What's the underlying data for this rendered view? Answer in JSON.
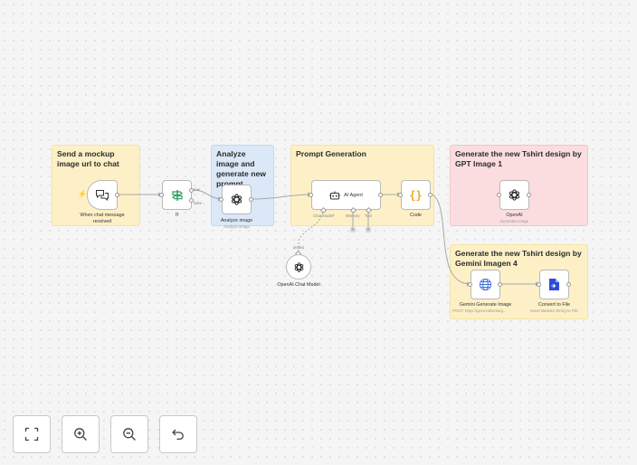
{
  "stickies": {
    "send_mockup": "Send a mockup image url to chat",
    "analyze": "Analyze image and generate new prompt",
    "prompt_generation": "Prompt Generation",
    "gpt_image": "Generate the new Tshirt design by GPT Image 1",
    "gemini": "Generate the new Tshirt design by Gemini Imagen 4"
  },
  "nodes": {
    "chat_trigger": {
      "label": "When chat message received",
      "icon": "chat-icon"
    },
    "if": {
      "label": "If",
      "icon": "signpost-icon",
      "true_label": "true",
      "false_label": "false"
    },
    "analyze_image": {
      "label": "Analyze image",
      "sub": "Analyze image",
      "icon": "openai-icon"
    },
    "ai_agent": {
      "label": "AI Agent",
      "icon": "robot-icon"
    },
    "code": {
      "label": "Code",
      "icon": "braces-icon"
    },
    "openai": {
      "label": "OpenAI",
      "sub": "Generate image",
      "icon": "openai-icon"
    },
    "gemini_generate": {
      "label": "Gemini Generate Image",
      "sub": "POST: https://generativelang...",
      "icon": "globe-icon"
    },
    "convert_file": {
      "label": "Convert to File",
      "sub": "Move Base64 String to File",
      "icon": "file-icon"
    },
    "chat_model": {
      "label": "OpenAI Chat Model",
      "model_port_label": "Model",
      "icon": "openai-icon"
    }
  },
  "agent_ports": {
    "chat_model": "Chat Model*",
    "memory": "Memory",
    "tool": "Tool"
  },
  "toolbar": {
    "fit_view": "fit-view-icon",
    "zoom_in": "zoom-in-icon",
    "zoom_out": "zoom-out-icon",
    "undo": "undo-icon"
  },
  "colors": {
    "sticky_yellow": "#fdf0c6",
    "sticky_blue": "#dbe8f7",
    "sticky_red": "#fbdde0",
    "trigger_accent": "#ff6d5a",
    "if_green": "#2e9c5e",
    "code_orange": "#f5a623",
    "file_blue": "#2d4bd8",
    "globe_blue": "#3b6fd6"
  }
}
